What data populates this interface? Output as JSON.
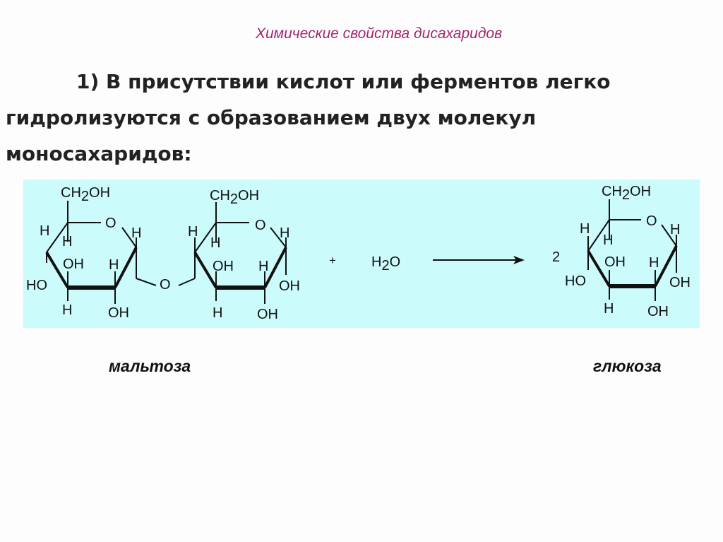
{
  "slide": {
    "title": "Химические свойства дисахаридов",
    "text_line1": "1) В присутствии кислот или ферментов легко",
    "text_line2": "гидролизуются с образованием двух молекул",
    "text_line3": "моносахаридов:"
  },
  "reaction": {
    "plus": "+",
    "water_h": "H",
    "water_sub": "2",
    "water_o": "O",
    "coefficient": "2",
    "bridge_o": "O",
    "group_ch": "CH",
    "group_sub": "2",
    "group_oh": "OH",
    "ring_o": "O",
    "h": "H",
    "oh": "OH",
    "ho": "HO"
  },
  "labels": {
    "reactant": "мальтоза",
    "product": "глюкоза"
  },
  "colors": {
    "title": "#a4256f",
    "panel": "#ccfbfb",
    "text": "#222222"
  }
}
